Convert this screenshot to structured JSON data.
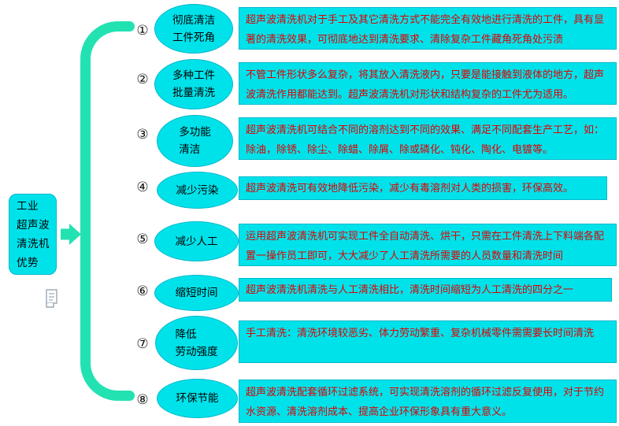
{
  "root": {
    "label": "工业\n超声波\n清洗机\n优势"
  },
  "icons": {
    "note_icon": "document-note-icon",
    "arrow_icon": "right-arrow"
  },
  "colors": {
    "node_fill": "#00e2ea",
    "node_border": "#00b8cc",
    "bracket_green": "#22e2b2",
    "desc_text_red": "#e00000",
    "label_text": "#000000",
    "background": "#ffffff"
  },
  "items": [
    {
      "num": "①",
      "label": "彻底清洁\n工件死角",
      "desc": "超声波清洗机对于手工及其它清洗方式不能完全有效地进行清洗的工件，具有显著的清洗效果，可彻底地达到清洗要求、清除复杂工件藏角死角处污渍"
    },
    {
      "num": "②",
      "label": "多种工件\n批量清洗",
      "desc": "不管工件形状多么复杂，将其放入清洗液内，只要是能接触到液体的地方，超声波清洗作用都能达到。超声波清洗机对形状和结构复杂的工件尤为适用。"
    },
    {
      "num": "③",
      "label": "多功能\n清洁",
      "desc": "超声波清洗机可结合不同的溶剂达到不同的效果、满足不同配套生产工艺，如：除油，除锈、除尘、除蜡、除屑、除或磷化、钝化、陶化、电镀等。"
    },
    {
      "num": "④",
      "label": "减少污染",
      "desc": "超声波清洗可有效地降低污染，减少有毒溶剂对人类的损害，环保高效。"
    },
    {
      "num": "⑤",
      "label": "减少人工",
      "desc": "运用超声波清洗机可实现工件全自动清洗、烘干，只需在工件清洗上下料端各配置一操作员工即可，大大减少了人工清洗所需要的人员数量和清洗时间"
    },
    {
      "num": "⑥",
      "label": "缩短时间",
      "desc": "超声波清洗机清洗与人工清洗相比，清洗时间缩短为人工清洗的四分之一"
    },
    {
      "num": "⑦",
      "label": "降低\n劳动强度",
      "desc": "手工清洗：清洗环境较恶劣、体力劳动繁重、复杂机械零件需需要长时间清洗"
    },
    {
      "num": "⑧",
      "label": "环保节能",
      "desc": "超声波清洗配套循环过滤系统，可实现清洗溶剂的循环过滤反复使用，对于节约水资源、清洗溶剂成本、提高企业环保形象具有重大意义。"
    }
  ]
}
